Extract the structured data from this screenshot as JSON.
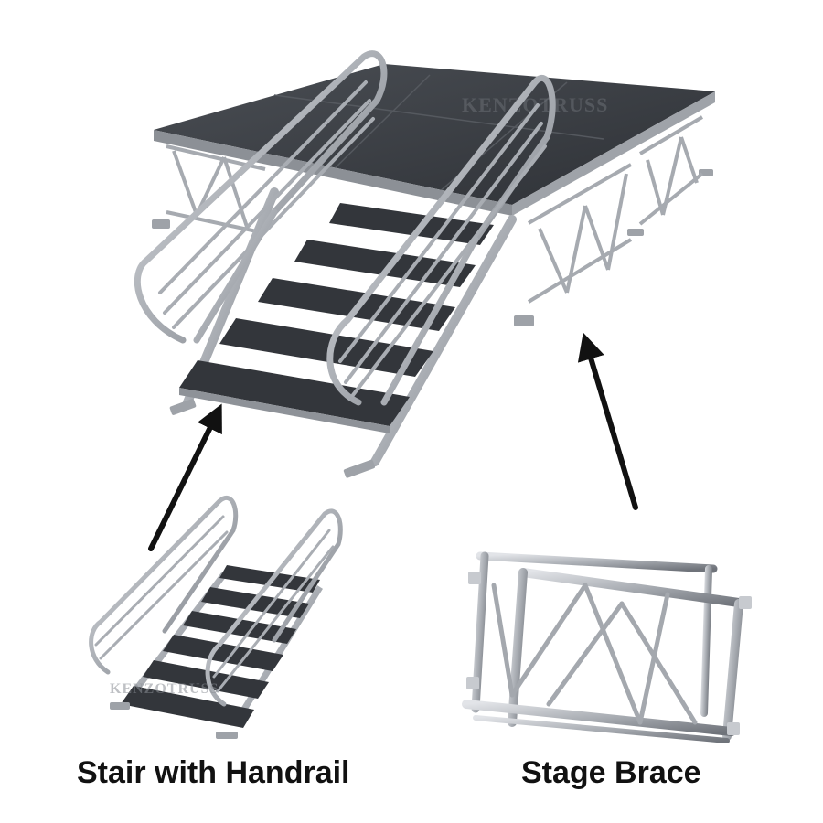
{
  "watermark_main": "KENZOTRUSS",
  "watermark_stair": "KENZOTRUSS",
  "captions": {
    "stair": "Stair with Handrail",
    "brace": "Stage Brace"
  },
  "colors": {
    "deck": "#3a3d42",
    "deck_edge": "#5a5e64",
    "metal": "#b8bcc2",
    "metal_dark": "#7d8188",
    "arrow": "#111111"
  }
}
